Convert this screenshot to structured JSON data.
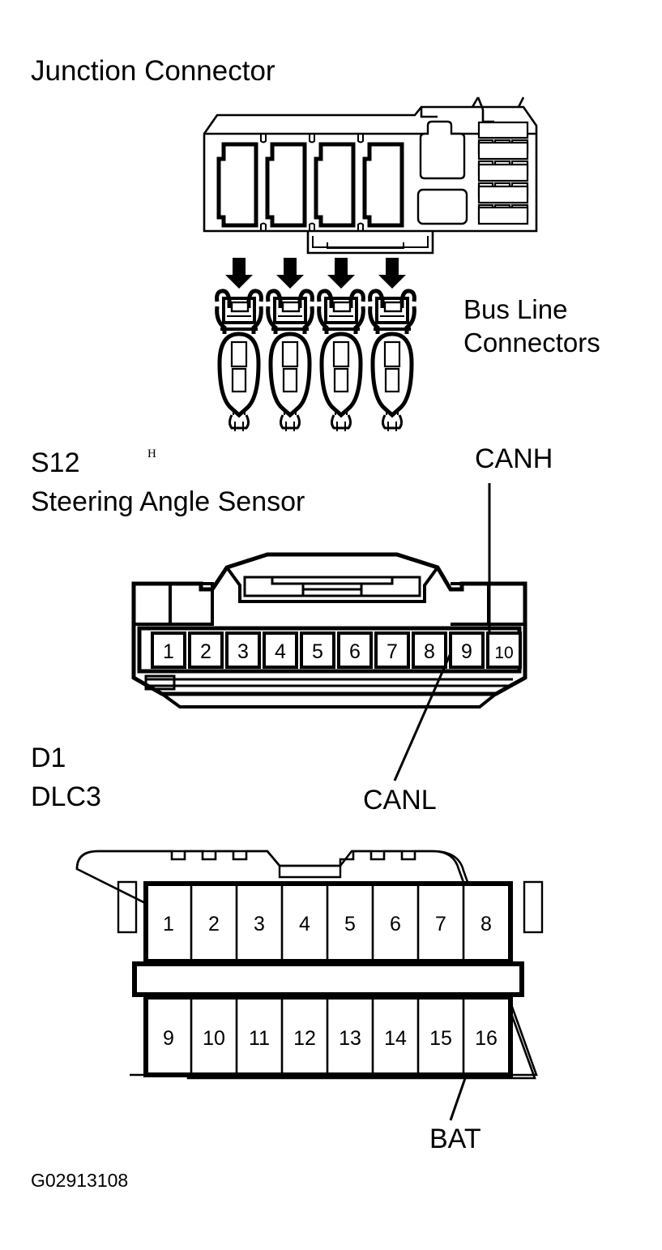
{
  "diagram": {
    "title": "Junction Connector",
    "figure_code": "G02913108",
    "bus_line_label_line1": "Bus Line",
    "bus_line_label_line2": "Connectors",
    "stray_mark": "H",
    "ink_color": "#000000",
    "background_color": "#ffffff"
  },
  "junction_connector": {
    "label": "Junction Connector",
    "large_slots": 4,
    "arrows": 4
  },
  "bus_line_connectors": {
    "label_line1": "Bus Line",
    "label_line2": "Connectors",
    "count": 4
  },
  "steering_angle_sensor": {
    "code": "S12",
    "name": "Steering Angle Sensor",
    "pins": [
      "1",
      "2",
      "3",
      "4",
      "5",
      "6",
      "7",
      "8",
      "9",
      "10"
    ],
    "callouts": [
      {
        "name": "CANH",
        "pin": "10"
      },
      {
        "name": "CANL",
        "pin": "9"
      }
    ]
  },
  "dlc3": {
    "code": "D1",
    "name": "DLC3",
    "pins_top": [
      "1",
      "2",
      "3",
      "4",
      "5",
      "6",
      "7",
      "8"
    ],
    "pins_bottom": [
      "9",
      "10",
      "11",
      "12",
      "13",
      "14",
      "15",
      "16"
    ],
    "callouts": [
      {
        "name": "BAT",
        "pin": "16"
      }
    ]
  }
}
